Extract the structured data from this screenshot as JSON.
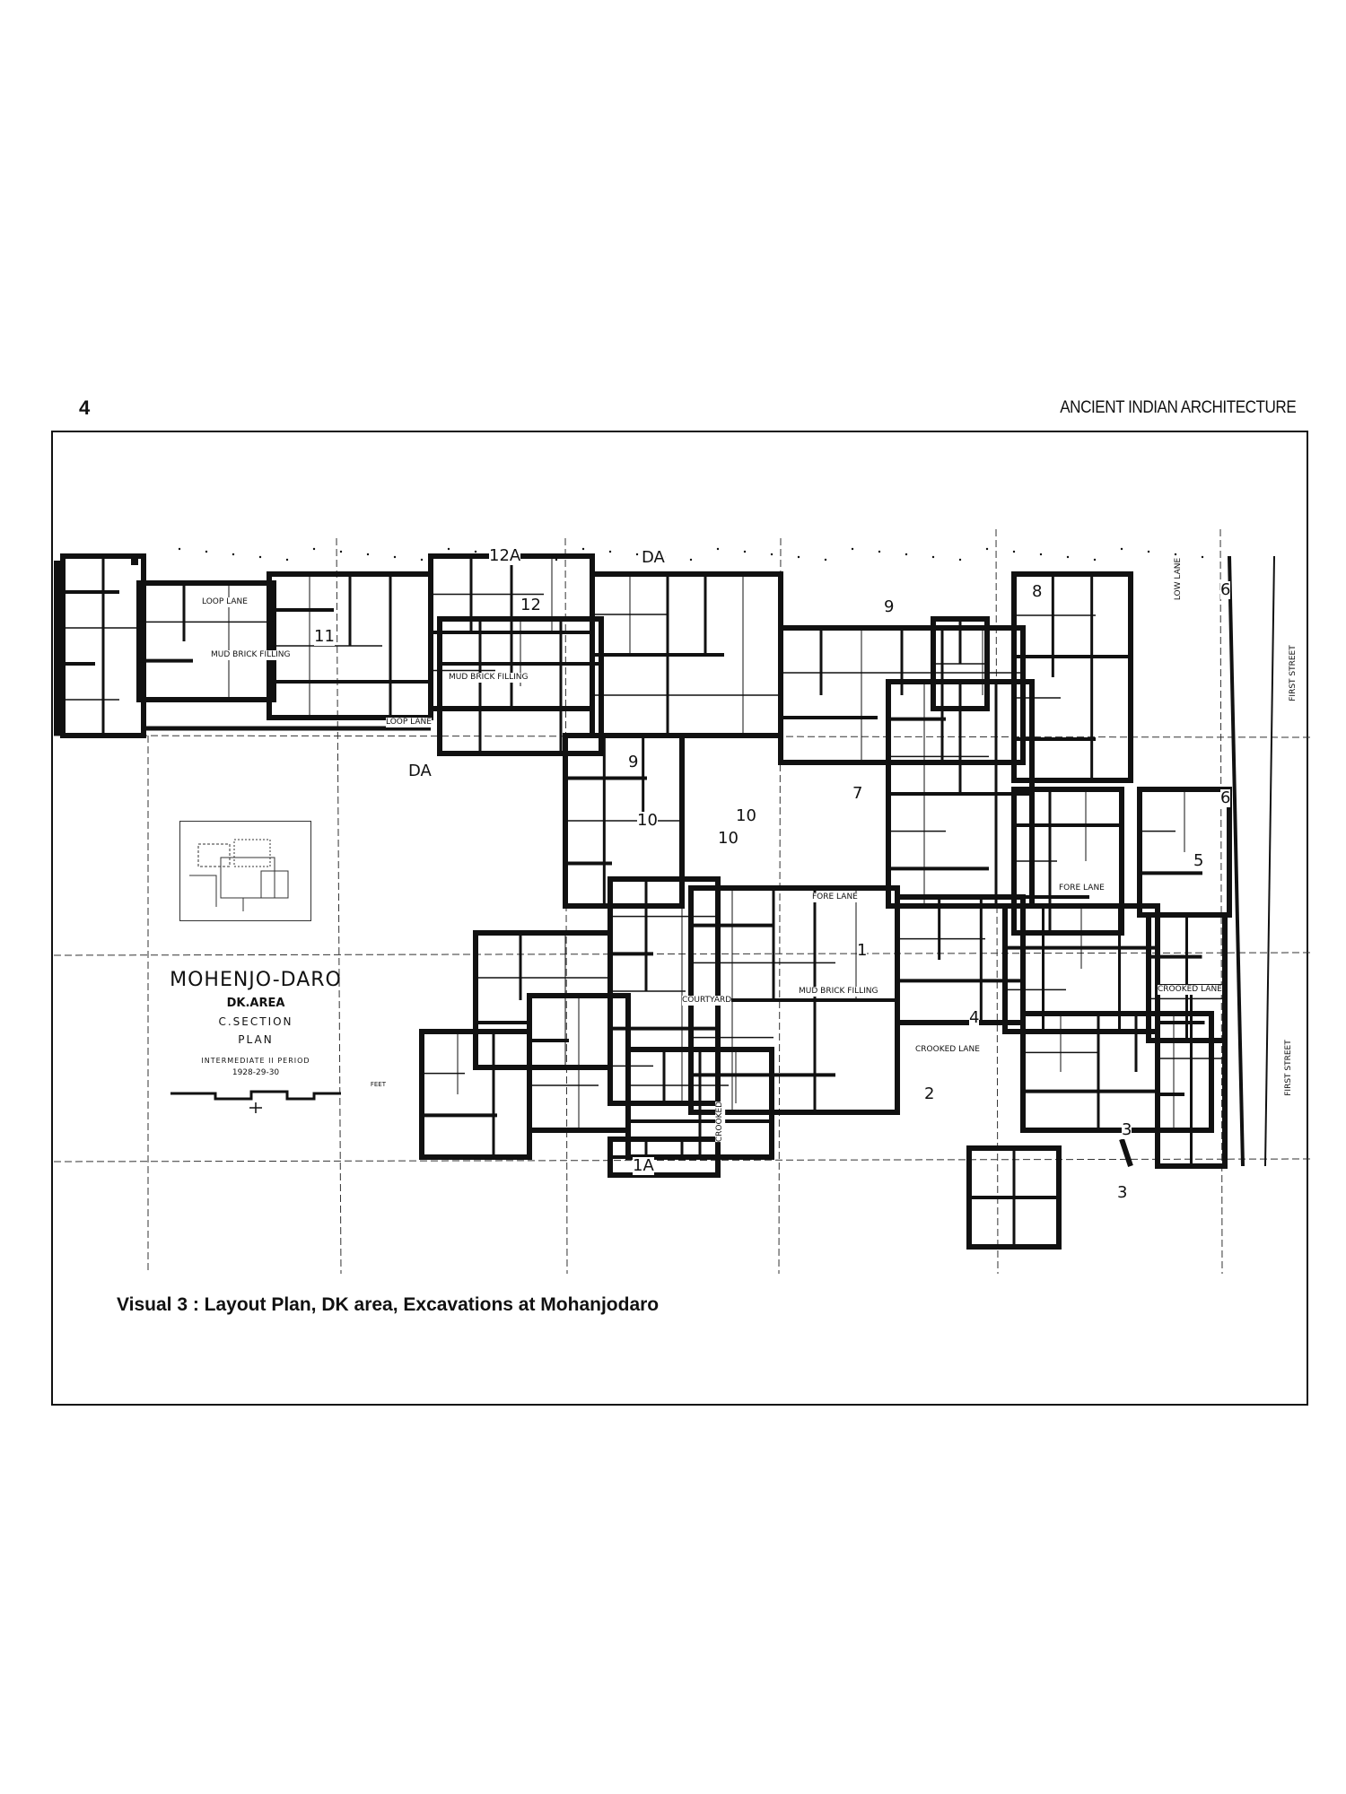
{
  "header": {
    "page_number": "4",
    "running_title": "ANCIENT INDIAN ARCHITECTURE"
  },
  "plan_legend": {
    "title": "MOHENJO-DARO",
    "area": "DK.AREA",
    "section": "C.SECTION",
    "plan": "PLAN",
    "period": "INTERMEDIATE II PERIOD",
    "years": "1928-29-30",
    "scale_unit": "FEET"
  },
  "map_labels": {
    "streets": [
      "FIRST STREET",
      "FIRST STREET",
      "LOW LANE",
      "CROOKED LANE",
      "CROOKED LANE",
      "FORE LANE",
      "FORE LANE",
      "LOOP LANE",
      "LOOP LANE",
      "CROOKED"
    ],
    "fills": [
      "MUD BRICK FILLING",
      "MUD BRICK FILLING",
      "MUD BRICK FILLING",
      "COURTYARD"
    ],
    "block_numbers": [
      "12A",
      "12",
      "DA",
      "9",
      "8",
      "6",
      "6",
      "9",
      "10",
      "10",
      "7",
      "5",
      "1",
      "2",
      "3",
      "3",
      "11",
      "1A",
      "4",
      "DA",
      "10"
    ]
  },
  "caption": "Visual 3 : Layout Plan, DK area, Excavations at Mohanjodaro"
}
